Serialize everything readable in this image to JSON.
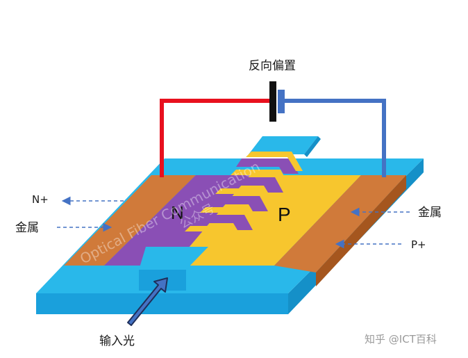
{
  "labels": {
    "bias": "反向偏置",
    "n_plus": "N+",
    "metal_left": "金属",
    "metal_right": "金属",
    "p_plus": "P+",
    "n_region": "N",
    "p_region": "P",
    "input_light": "输入光"
  },
  "watermark": {
    "line1": "Optical Fiber Communication",
    "line2": "公众号"
  },
  "credit": "知乎 @ICT百科",
  "colors": {
    "substrate_top": "#29b8ea",
    "substrate_front": "#1aa0dc",
    "substrate_side": "#1590c8",
    "metal": "#d07a3a",
    "metal_side": "#a5561e",
    "n_region": "#8a4fb5",
    "p_region": "#f7c62e",
    "wire_left": "#e8101e",
    "wire_right": "#4472c4",
    "battery_plate": "#111111",
    "arrow_dash": "#4472c4"
  },
  "icons": [
    "battery-icon",
    "light-arrow-icon"
  ]
}
